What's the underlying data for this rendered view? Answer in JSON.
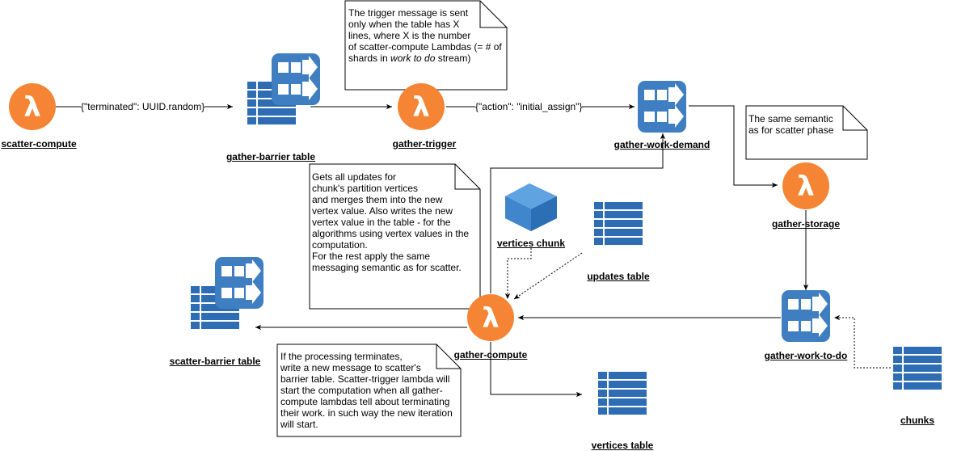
{
  "nodes": {
    "scatter_compute": "scatter-compute",
    "gather_barrier_table": "gather-barrier table",
    "gather_trigger": "gather-trigger",
    "gather_work_demand": "gather-work-demand",
    "gather_storage": "gather-storage",
    "vertices_chunk": "vertices chunk",
    "updates_table": "updates table",
    "scatter_barrier_table": "scatter-barrier table",
    "gather_compute": "gather-compute",
    "gather_work_to_do": "gather-work-to-do",
    "chunks": "chunks",
    "vertices_table": "vertices table"
  },
  "edges": {
    "terminated": "{\"terminated\":  UUID.random}",
    "action": "{\"action\": \"initial_assign\"}"
  },
  "notes": {
    "trigger": {
      "l1": "The trigger message is sent",
      "l2": "only  when the table has X",
      "l3": "lines, where X is the number",
      "l4": "of scatter-compute Lambdas (= # of",
      "l5a": "shards in ",
      "l5b": "work to do",
      "l5c": " stream)"
    },
    "semantic": {
      "l1": "The same semantic",
      "l2": "as for scatter phase"
    },
    "gather": {
      "l1": "Gets all updates for",
      "l2": "chunk's partition vertices",
      "l3": "and  merges them into the new",
      "l4": "vertex value. Also writes the new",
      "l5": "vertex value in the table - for the",
      "l6": "algorithms using vertex values in the",
      "l7": "computation.",
      "l8": "For the rest apply the same",
      "l9": "messaging semantic as for scatter."
    },
    "terminate": {
      "l1": "If the processing terminates,",
      "l2": "write a new message to scatter's",
      "l3": "barrier table. Scatter-trigger lambda will",
      "l4": "start the computation when all gather-",
      "l5": "compute lambdas tell about terminating",
      "l6": "their work. in such way the new iteration",
      "l7": "will start."
    }
  },
  "icons": {
    "lambda_glyph": "λ",
    "lambda_color": "#F58534",
    "aws_blue": "#3F7FC1",
    "table_blue": "#2E6DB4",
    "cube_blue": "#4A8FD0"
  }
}
